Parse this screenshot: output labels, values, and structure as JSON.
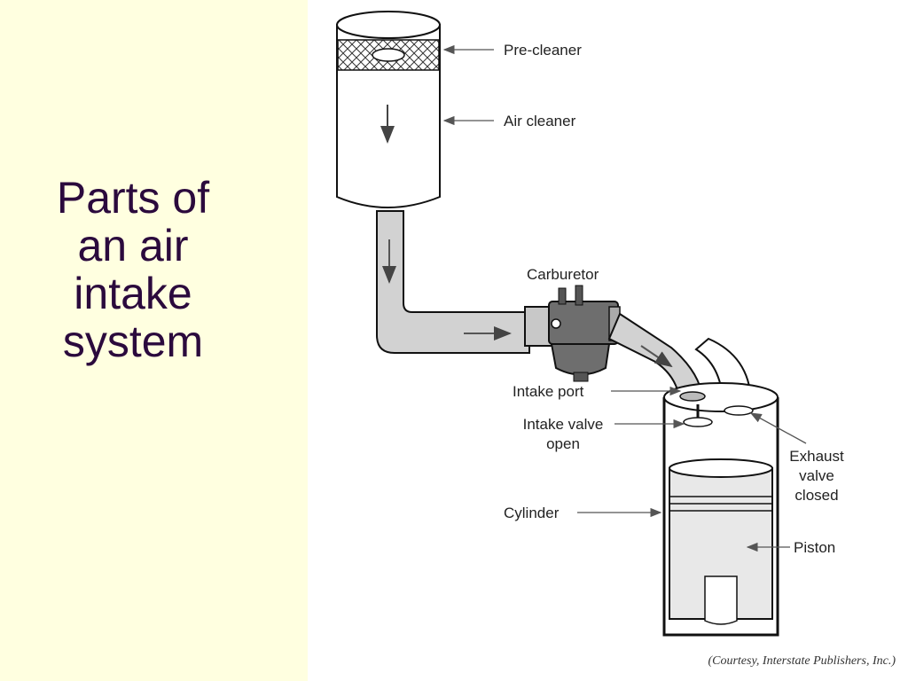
{
  "slide": {
    "title_lines": [
      "Parts of",
      "an air",
      "intake",
      "system"
    ]
  },
  "diagram": {
    "labels": {
      "pre_cleaner": "Pre-cleaner",
      "air_cleaner": "Air cleaner",
      "carburetor": "Carburetor",
      "intake_port": "Intake port",
      "intake_valve_line1": "Intake valve",
      "intake_valve_line2": "open",
      "exhaust_line1": "Exhaust",
      "exhaust_line2": "valve",
      "exhaust_line3": "closed",
      "cylinder": "Cylinder",
      "piston": "Piston"
    },
    "credit": "(Courtesy, Interstate Publishers, Inc.)"
  },
  "colors": {
    "left_background": "#ffffe0",
    "title_color": "#2b0a3d",
    "carburetor_body": "#6e6e6e",
    "pipe_gray": "#d2d2d2"
  }
}
